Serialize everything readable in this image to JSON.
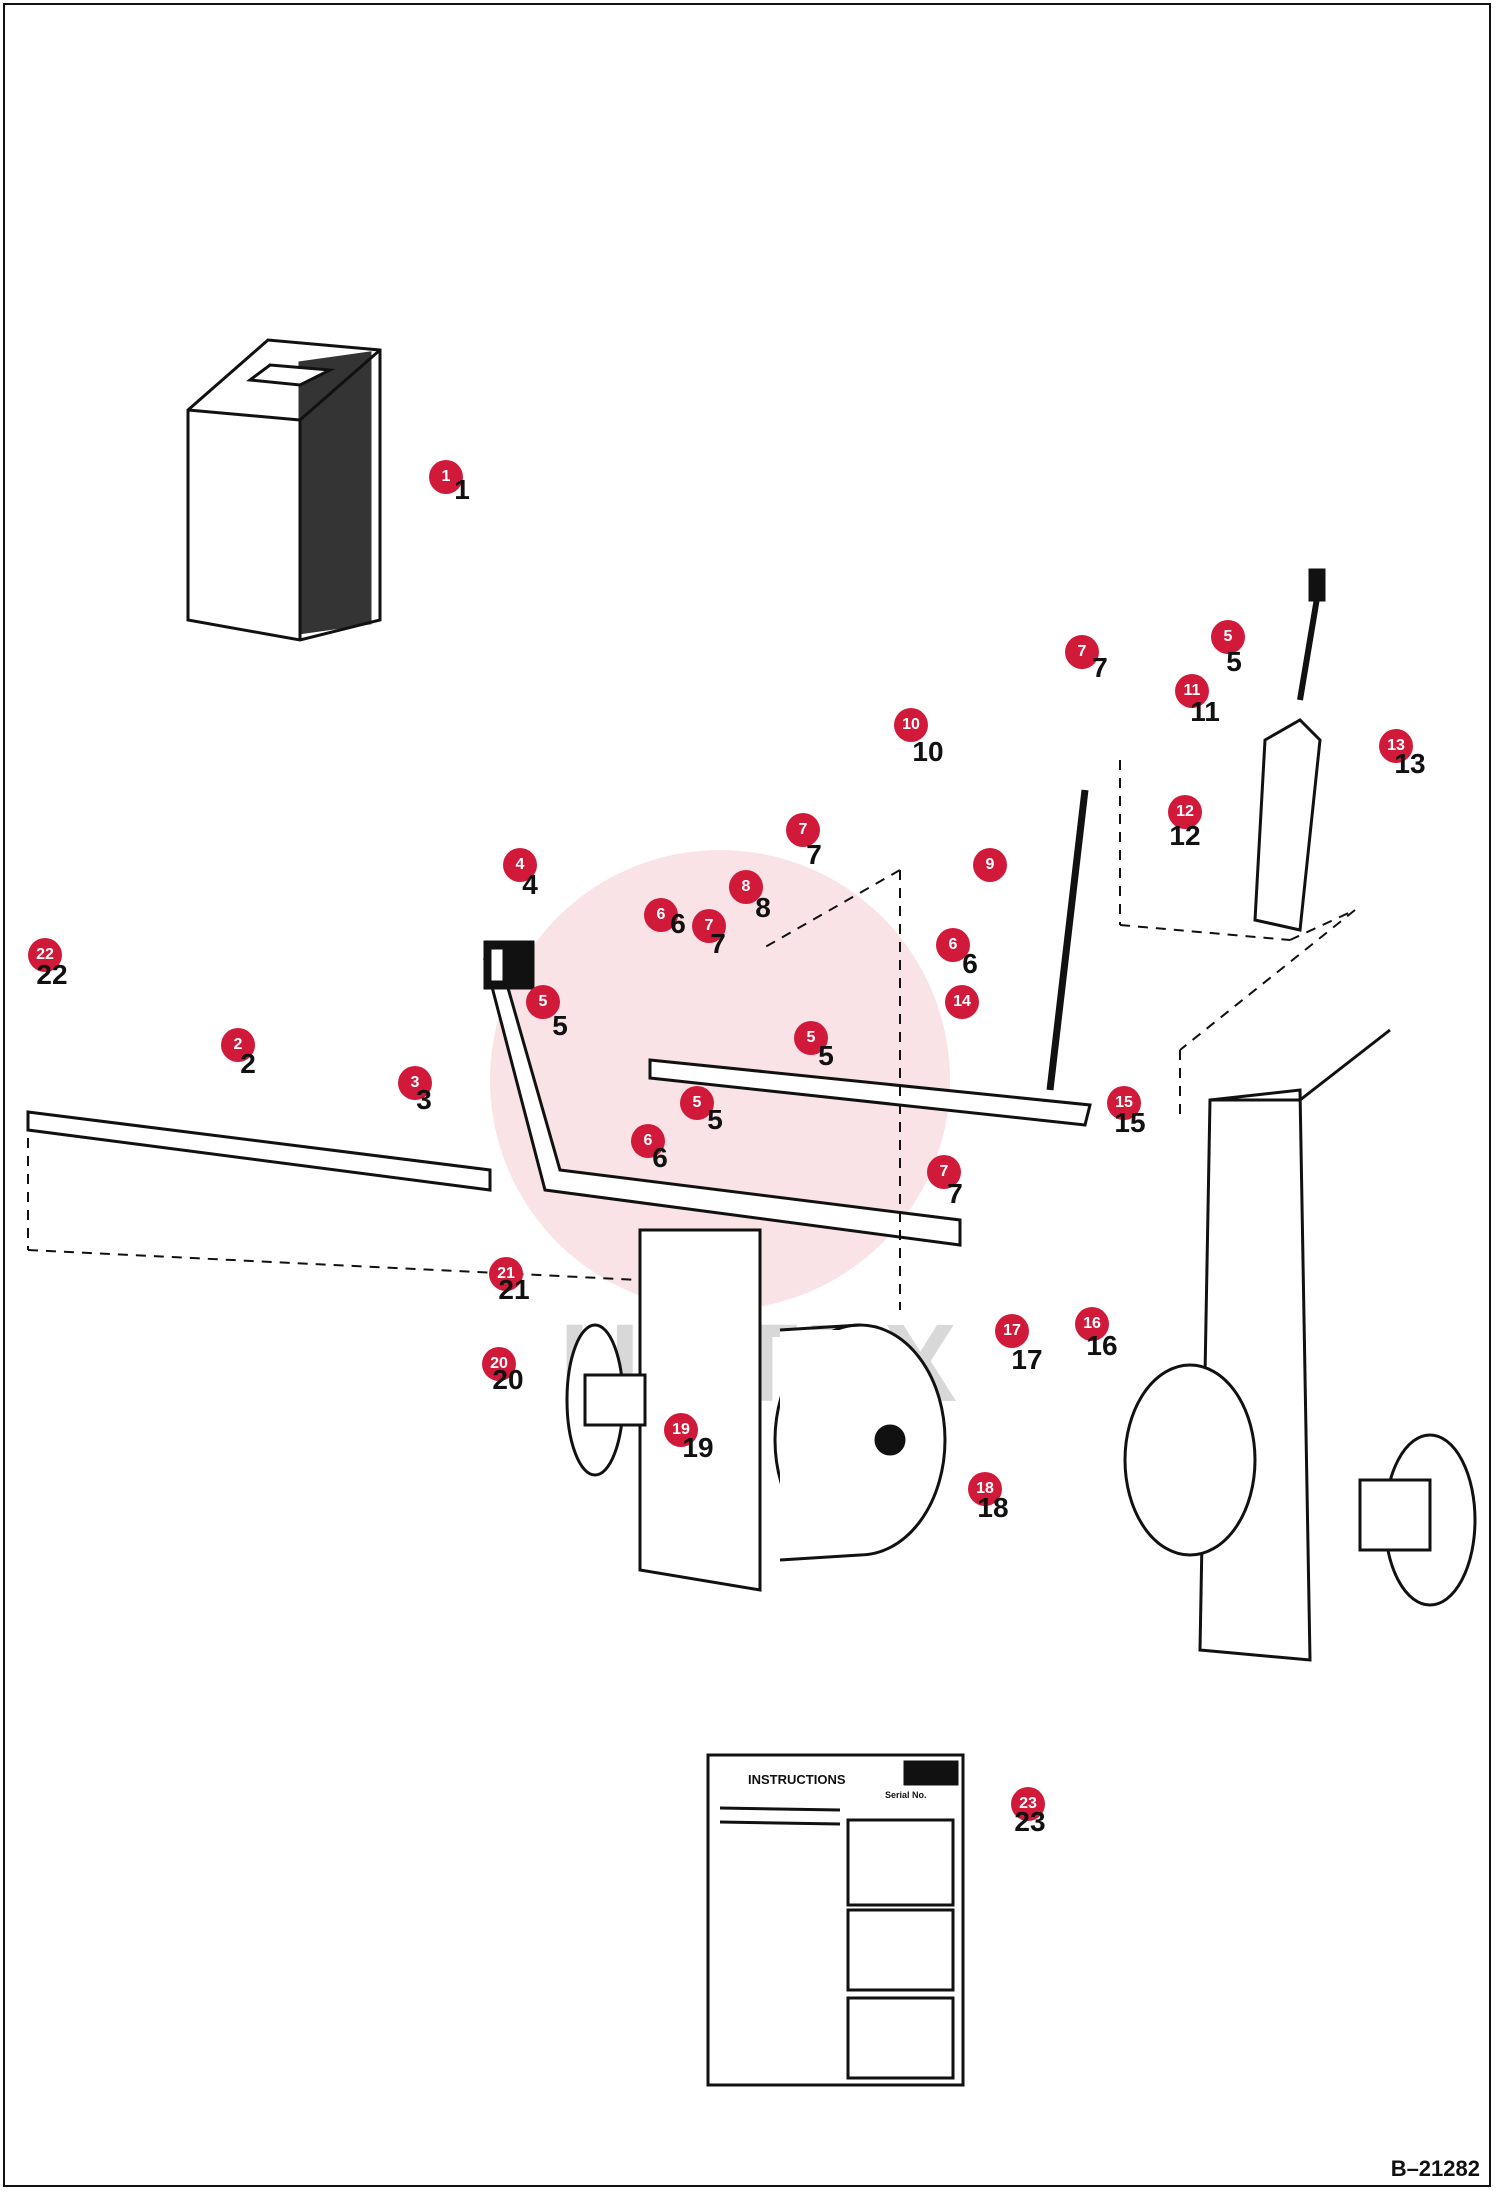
{
  "drawing_id": "B–21282",
  "watermark": "UHTEX",
  "instruction_sheet": {
    "title": "INSTRUCTIONS",
    "serial_label": "Serial No."
  },
  "callouts": [
    {
      "label": "1"
    },
    {
      "label": "2"
    },
    {
      "label": "3"
    },
    {
      "label": "4"
    },
    {
      "label": "5"
    },
    {
      "label": "5"
    },
    {
      "label": "5"
    },
    {
      "label": "5"
    },
    {
      "label": "6"
    },
    {
      "label": "6"
    },
    {
      "label": "6"
    },
    {
      "label": "7"
    },
    {
      "label": "7"
    },
    {
      "label": "7"
    },
    {
      "label": "7"
    },
    {
      "label": "8"
    },
    {
      "label": "9"
    },
    {
      "label": "10"
    },
    {
      "label": "11"
    },
    {
      "label": "12"
    },
    {
      "label": "13"
    },
    {
      "label": "14"
    },
    {
      "label": "15"
    },
    {
      "label": "16"
    },
    {
      "label": "17"
    },
    {
      "label": "18"
    },
    {
      "label": "19"
    },
    {
      "label": "20"
    },
    {
      "label": "21"
    },
    {
      "label": "22"
    },
    {
      "label": "23"
    }
  ],
  "printed_numbers": [
    {
      "label": "1"
    },
    {
      "label": "2"
    },
    {
      "label": "3"
    },
    {
      "label": "4"
    },
    {
      "label": "5"
    },
    {
      "label": "5"
    },
    {
      "label": "5"
    },
    {
      "label": "5"
    },
    {
      "label": "6"
    },
    {
      "label": "6"
    },
    {
      "label": "6"
    },
    {
      "label": "7"
    },
    {
      "label": "7"
    },
    {
      "label": "7"
    },
    {
      "label": "7"
    },
    {
      "label": "8"
    },
    {
      "label": "10"
    },
    {
      "label": "11"
    },
    {
      "label": "12"
    },
    {
      "label": "13"
    },
    {
      "label": "15"
    },
    {
      "label": "16"
    },
    {
      "label": "17"
    },
    {
      "label": "18"
    },
    {
      "label": "19"
    },
    {
      "label": "20"
    },
    {
      "label": "21"
    },
    {
      "label": "22"
    },
    {
      "label": "23"
    }
  ]
}
